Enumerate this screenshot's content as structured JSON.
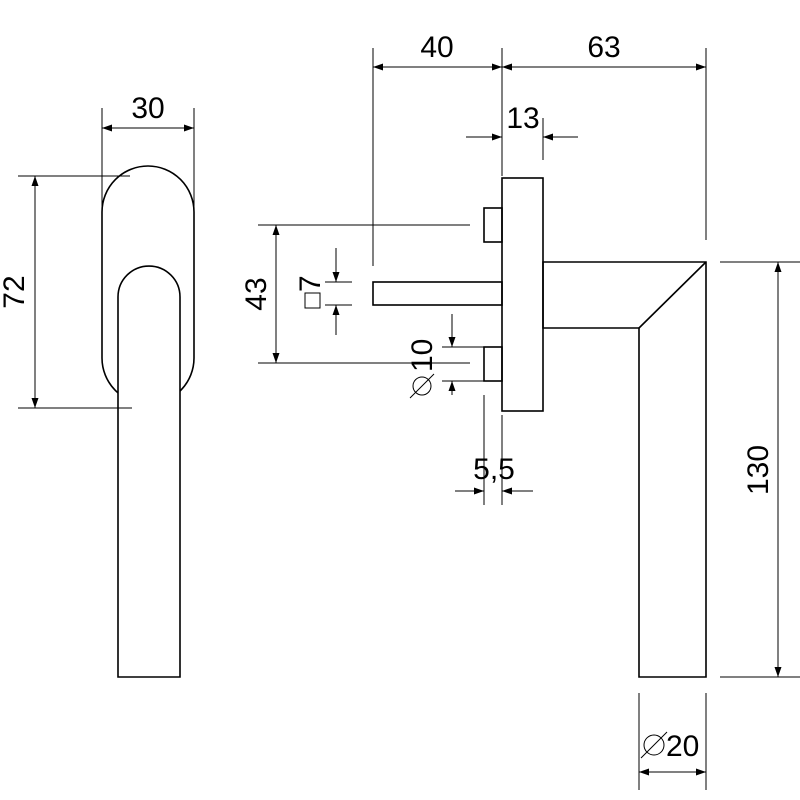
{
  "drawing": {
    "dimensions": {
      "width_30": "30",
      "height_72": "72",
      "offset_40": "40",
      "length_63": "63",
      "rose_13": "13",
      "spacing_43": "43",
      "square_7": "7",
      "dia_10": "10",
      "gap_5_5": "5,5",
      "height_130": "130",
      "dia_20": "20"
    }
  }
}
